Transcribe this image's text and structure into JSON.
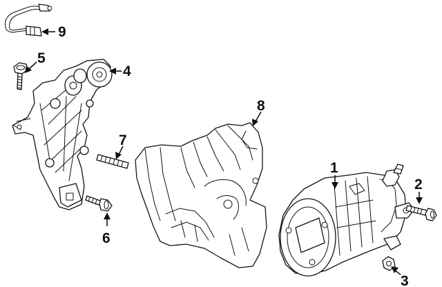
{
  "diagram": {
    "callouts": [
      {
        "id": "1",
        "label": "1"
      },
      {
        "id": "2",
        "label": "2"
      },
      {
        "id": "3",
        "label": "3"
      },
      {
        "id": "4",
        "label": "4"
      },
      {
        "id": "5",
        "label": "5"
      },
      {
        "id": "6",
        "label": "6"
      },
      {
        "id": "7",
        "label": "7"
      },
      {
        "id": "8",
        "label": "8"
      },
      {
        "id": "9",
        "label": "9"
      }
    ]
  },
  "colors": {
    "line": "#111111",
    "background": "#ffffff"
  }
}
